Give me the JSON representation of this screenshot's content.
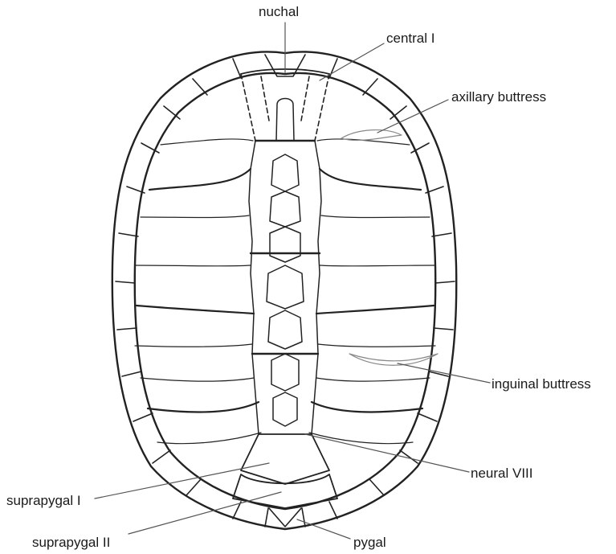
{
  "labels": {
    "nuchal": "nuchal",
    "central_i": "central I",
    "axillary_buttress": "axillary buttress",
    "inguinal_buttress": "inguinal buttress",
    "neural_viii": "neural VIII",
    "suprapygal_i": "suprapygal I",
    "suprapygal_ii": "suprapygal II",
    "pygal": "pygal"
  }
}
